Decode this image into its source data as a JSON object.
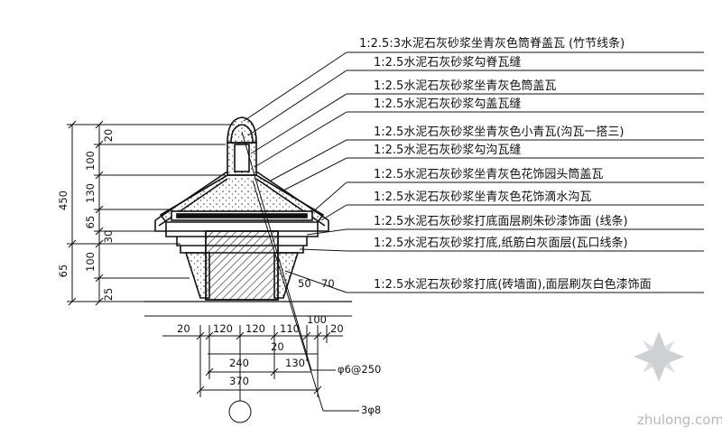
{
  "annotations": [
    "1:2.5:3水泥石灰砂浆坐青灰色筒脊盖瓦 (竹节线条)",
    "1:2.5水泥石灰砂浆勾脊瓦缝",
    "1:2.5水泥石灰砂浆坐青灰色筒盖瓦",
    "1:2.5水泥石灰砂浆勾盖瓦缝",
    "1:2.5水泥石灰砂浆坐青灰色小青瓦(沟瓦一搭三)",
    "1:2.5水泥石灰砂浆勾沟瓦缝",
    "1:2.5水泥石灰砂浆坐青灰色花饰园头筒盖瓦",
    "1:2.5水泥石灰砂浆坐青灰色花饰滴水沟瓦",
    "1:2.5水泥石灰砂浆打底面层刷朱砂漆饰面 (线条)",
    "1:2.5水泥石灰砂浆打底,纸筋白灰面层(瓦口线条)",
    "1:2.5水泥石灰砂浆打底(砖墙面),面层刷灰白色漆饰面"
  ],
  "vertical_dims": {
    "total": "450",
    "segments": [
      "20",
      "100",
      "130",
      "65",
      "30"
    ],
    "lower": [
      "65",
      "100",
      "25"
    ]
  },
  "right_dims": [
    "50",
    "70"
  ],
  "bottom_dims": {
    "row1": [
      "20",
      "120",
      "120",
      "110",
      "100",
      "20"
    ],
    "row2_20": "20",
    "row2_130": "130",
    "row2_240": "240",
    "row3_370": "370"
  },
  "rebar_labels": [
    "φ6@250",
    "3φ8"
  ],
  "watermark": "zhulong.com",
  "colors": {
    "line": "#111111",
    "hatch": "#333333",
    "watermark": "#b5b8bc"
  }
}
